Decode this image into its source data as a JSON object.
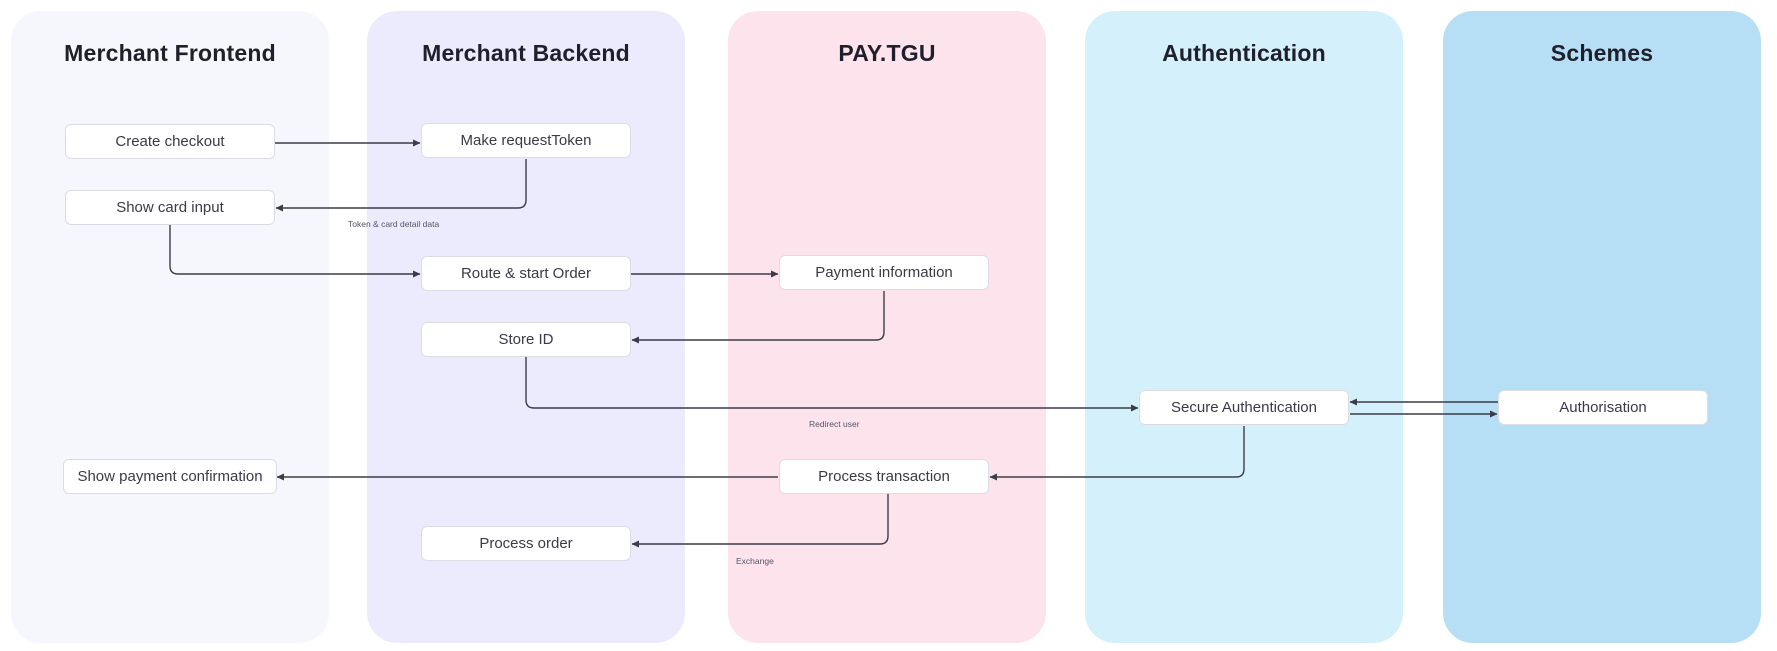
{
  "lanes": [
    {
      "title": "Merchant Frontend",
      "color": "#f6f6fd"
    },
    {
      "title": "Merchant Backend",
      "color": "#ebebfd"
    },
    {
      "title": "PAY.TGU",
      "color": "#fde4ec"
    },
    {
      "title": "Authentication",
      "color": "#d4f0fa"
    },
    {
      "title": "Schemes",
      "color": "#b6dff5"
    }
  ],
  "nodes": {
    "create_checkout": "Create checkout",
    "make_request_token": "Make requestToken",
    "show_card_input": "Show card input",
    "route_start_order": "Route & start Order",
    "payment_information": "Payment information",
    "store_id": "Store ID",
    "secure_authentication": "Secure Authentication",
    "authorisation": "Authorisation",
    "show_payment_confirmation": "Show payment confirmation",
    "process_transaction": "Process transaction",
    "process_order": "Process order"
  },
  "edge_labels": {
    "token_card": "Token & card detail data",
    "redirect_user": "Redirect user",
    "exchange": "Exchange"
  },
  "colors": {
    "arrow": "#3c3c48",
    "node_border": "#dcdce6"
  }
}
